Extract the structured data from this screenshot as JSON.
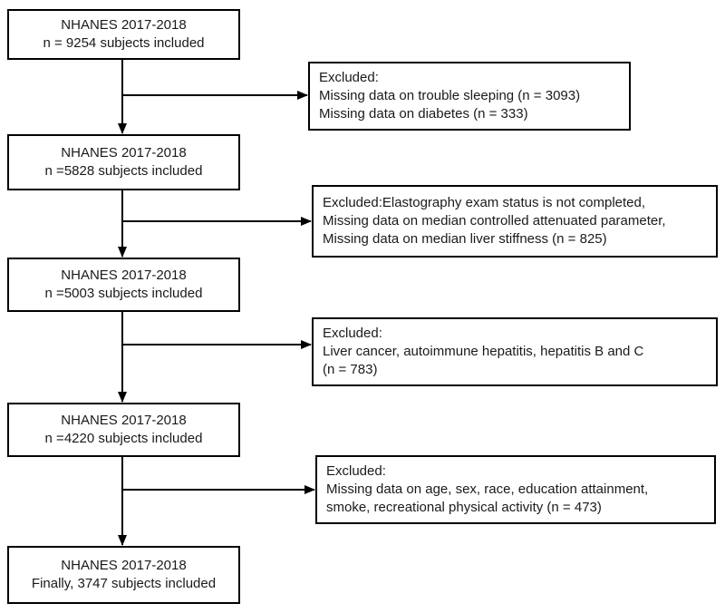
{
  "style": {
    "box_border_color": "#000000",
    "background_color": "#ffffff",
    "text_color": "#1a1a1a"
  },
  "flowchart": {
    "main_boxes": [
      {
        "line1": "NHANES 2017-2018",
        "line2": "n = 9254 subjects included"
      },
      {
        "line1": "NHANES 2017-2018",
        "line2": "n =5828  subjects included"
      },
      {
        "line1": "NHANES 2017-2018",
        "line2": "n =5003 subjects included"
      },
      {
        "line1": "NHANES 2017-2018",
        "line2": "n =4220 subjects included"
      },
      {
        "line1": "NHANES 2017-2018",
        "line2": "Finally, 3747 subjects included"
      }
    ],
    "exclusion_boxes": [
      {
        "lines": [
          "Excluded:",
          "Missing data on trouble sleeping  (n = 3093)",
          "Missing data on diabetes (n = 333)"
        ]
      },
      {
        "lines": [
          "Excluded:Elastography exam status is not completed,",
          "Missing data on median controlled attenuated parameter,",
          "Missing data on median liver stiffness (n = 825)"
        ]
      },
      {
        "lines": [
          "Excluded:",
          "Liver cancer, autoimmune hepatitis, hepatitis B and C",
          "(n = 783)"
        ]
      },
      {
        "lines": [
          "Excluded:",
          "Missing data on age, sex, race, education attainment,",
          "smoke, recreational physical activity  (n = 473)"
        ]
      }
    ]
  }
}
